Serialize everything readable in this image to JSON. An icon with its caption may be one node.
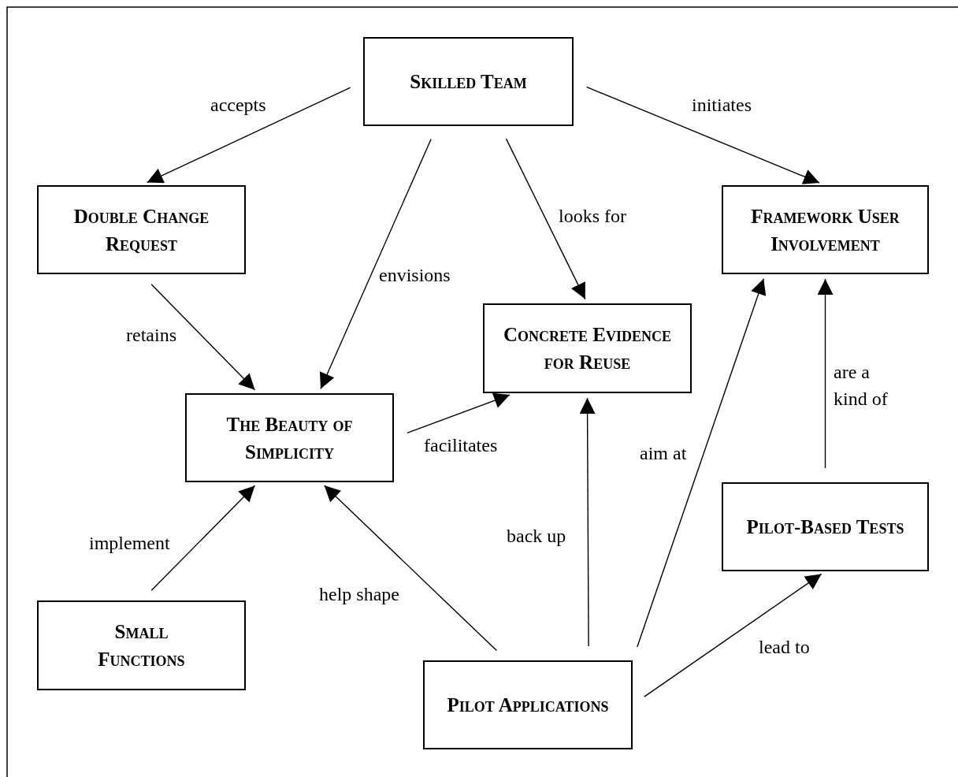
{
  "diagram": {
    "nodes": [
      {
        "text": [
          "Skilled Team"
        ]
      },
      {
        "text": [
          "Double Change Request"
        ]
      },
      {
        "text": [
          "Framework User Involvement"
        ]
      },
      {
        "text": [
          "Concrete Evidence for Reuse"
        ]
      },
      {
        "text": [
          "The Beauty of Simplicity"
        ]
      },
      {
        "text": [
          "Pilot-Based Tests"
        ]
      },
      {
        "text": [
          "Small Functions"
        ]
      },
      {
        "text": [
          "Pilot Applications"
        ]
      }
    ],
    "edges": [
      {
        "from": 0,
        "to": 1,
        "arrow": "to",
        "label": "accepts"
      },
      {
        "from": 0,
        "to": 2,
        "arrow": "to",
        "label": "initiates"
      },
      {
        "from": 0,
        "to": 4,
        "arrow": "to",
        "label": "envisions"
      },
      {
        "from": 0,
        "to": 3,
        "arrow": "to",
        "label": "looks for"
      },
      {
        "from": 1,
        "to": 4,
        "arrow": "to",
        "label": "retains"
      },
      {
        "from": 4,
        "to": 3,
        "arrow": "to",
        "label": "facilitates"
      },
      {
        "from": 6,
        "to": 4,
        "arrow": "to",
        "label": "implement"
      },
      {
        "from": 7,
        "to": 4,
        "arrow": "to",
        "label": "help shape"
      },
      {
        "from": 7,
        "to": 3,
        "arrow": "to",
        "label": "back up"
      },
      {
        "from": 7,
        "to": 2,
        "arrow": "to",
        "label": "aim at"
      },
      {
        "from": 7,
        "to": 5,
        "arrow": "to",
        "label": "lead to"
      },
      {
        "from": 5,
        "to": 2,
        "arrow": "to",
        "label": "are a kind of"
      }
    ]
  }
}
